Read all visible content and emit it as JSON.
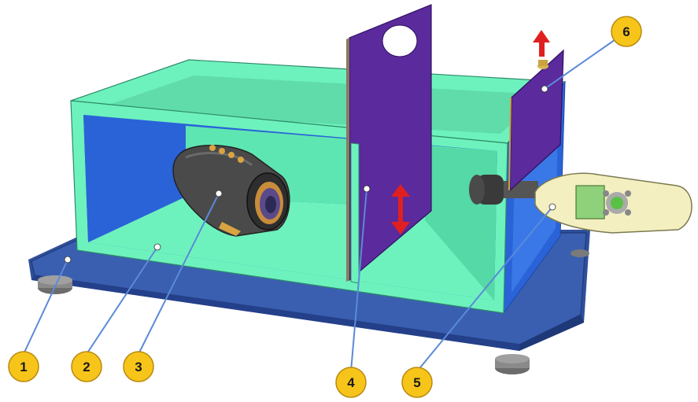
{
  "diagram": {
    "callouts": [
      {
        "id": "1",
        "label": "1"
      },
      {
        "id": "2",
        "label": "2"
      },
      {
        "id": "3",
        "label": "3"
      },
      {
        "id": "4",
        "label": "4"
      },
      {
        "id": "5",
        "label": "5"
      },
      {
        "id": "6",
        "label": "6"
      }
    ]
  },
  "colors": {
    "base_plate": "#3a5fb0",
    "box_green": "#6ef2bd",
    "box_inner_blue": "#2a63d8",
    "partition_purple": "#5b2a9c",
    "arrow_red": "#e02020",
    "callout_fill": "#f7c51a",
    "meter_body": "#f4efc0",
    "leader_line": "#5a8ad8"
  },
  "icons": [
    "camera-icon",
    "sound-meter-icon",
    "arrow-up-icon",
    "arrow-updown-icon"
  ]
}
